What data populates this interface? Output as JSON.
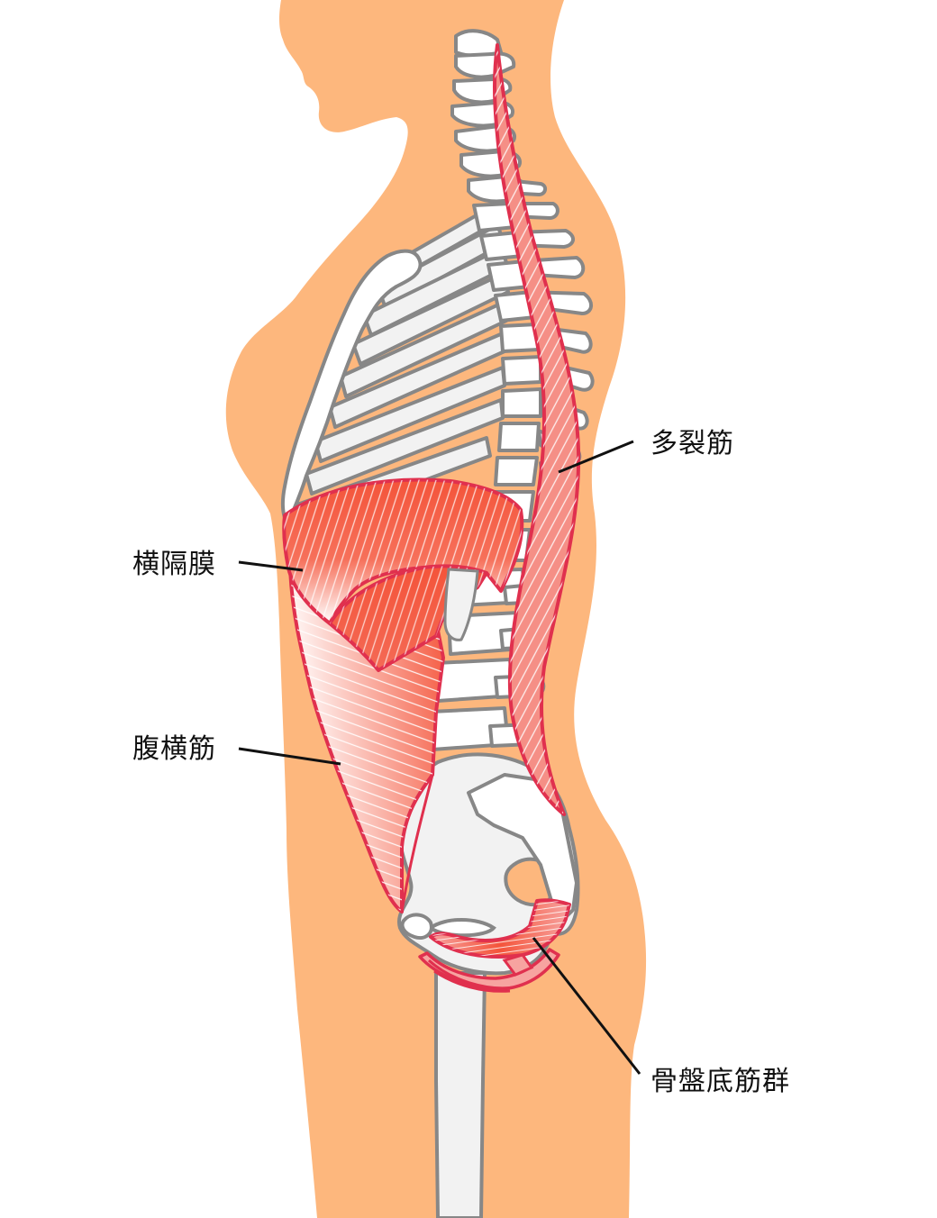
{
  "diagram": {
    "subject": "Lateral view of torso showing deep core (inner unit) muscles",
    "colors": {
      "skin": "#FDB77D",
      "bone_fill": "#FFFFFF",
      "bone_fill_shaded": "#F2F2F2",
      "bone_outline": "#878787",
      "muscle_outline": "#E0304E",
      "muscle_fill_deep": "#F4543A",
      "muscle_fill_light": "#F7A094",
      "multifidus_fill": "#F58F86",
      "leader_line": "#111111",
      "text": "#111111",
      "background": "#FFFFFF"
    },
    "labels": [
      {
        "id": "multifidus",
        "text": "多裂筋",
        "meaning": "Multifidus"
      },
      {
        "id": "diaphragm",
        "text": "横隔膜",
        "meaning": "Diaphragm"
      },
      {
        "id": "transversus_abdominis",
        "text": "腹横筋",
        "meaning": "Transversus abdominis"
      },
      {
        "id": "pelvic_floor",
        "text": "骨盤底筋群",
        "meaning": "Pelvic floor muscles"
      }
    ]
  }
}
